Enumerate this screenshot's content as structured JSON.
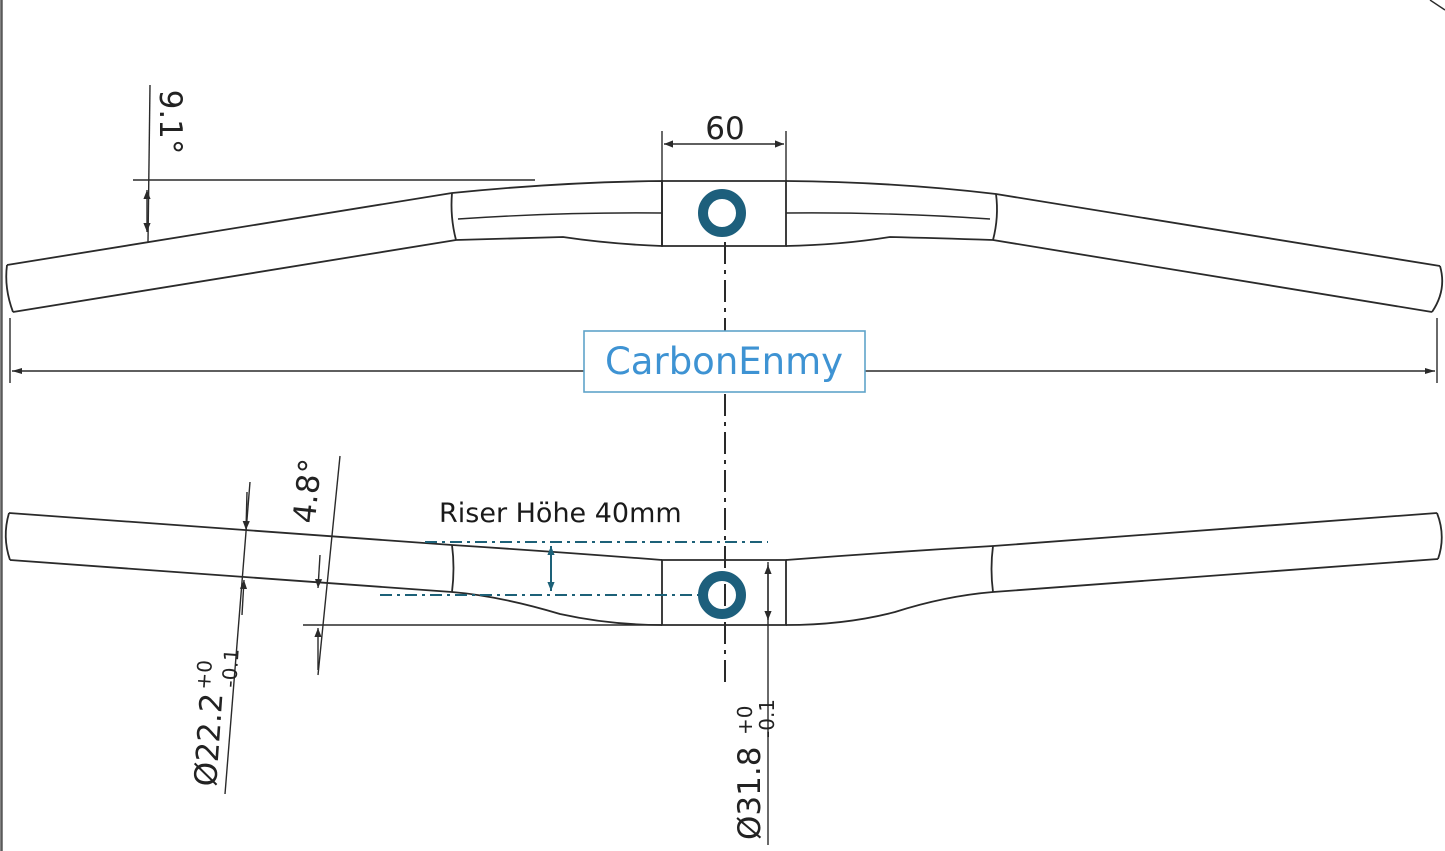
{
  "drawing": {
    "brand": "CarbonEnmy",
    "top_view": {
      "clamp_width": "60",
      "sweep_angle": "9.1°"
    },
    "front_view": {
      "rise_angle": "4.8°",
      "riser_label": "Riser Höhe 40mm",
      "grip_diameter": "Ø22.2",
      "grip_tol_upper": "+0",
      "grip_tol_lower": "-0.1",
      "clamp_diameter": "Ø31.8",
      "clamp_tol_upper": "+0",
      "clamp_tol_lower": "-0.1"
    },
    "colors": {
      "line": "#2a2a2a",
      "brand_text": "#3e93d3",
      "brand_border": "#5fa3c9",
      "mount_ring": "#1d5f7c",
      "riser_marker": "#1d6178"
    }
  }
}
